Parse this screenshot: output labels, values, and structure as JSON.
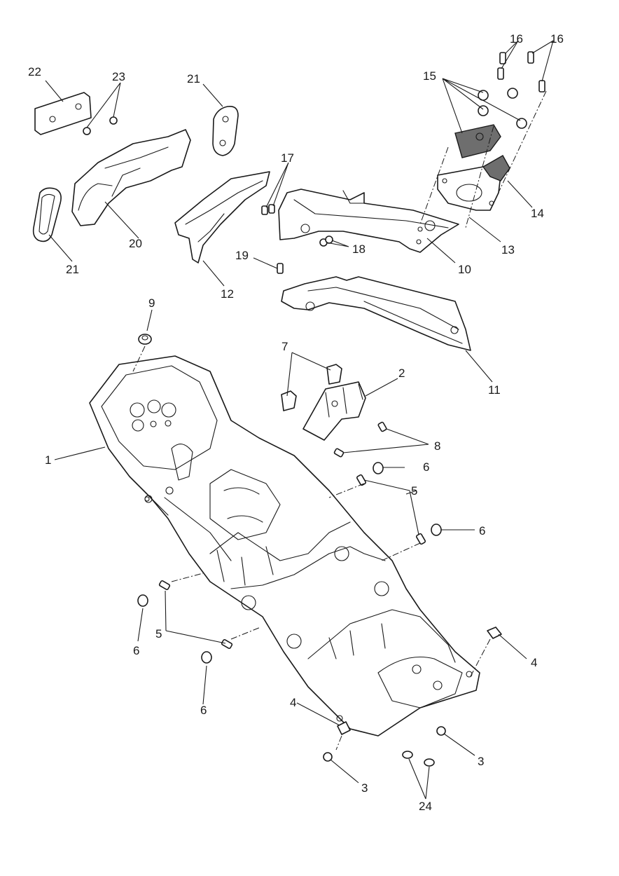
{
  "callouts": {
    "c1": "1",
    "c2": "2",
    "c3a": "3",
    "c3b": "3",
    "c4a": "4",
    "c4b": "4",
    "c5a": "5",
    "c5b": "5",
    "c6a": "6",
    "c6b": "6",
    "c6c": "6",
    "c6d": "6",
    "c7": "7",
    "c8": "8",
    "c9": "9",
    "c10": "10",
    "c11": "11",
    "c12": "12",
    "c13": "13",
    "c14": "14",
    "c15": "15",
    "c16a": "16",
    "c16b": "16",
    "c17": "17",
    "c18": "18",
    "c19": "19",
    "c20": "20",
    "c21a": "21",
    "c21b": "21",
    "c22": "22",
    "c23": "23",
    "c24": "24"
  }
}
